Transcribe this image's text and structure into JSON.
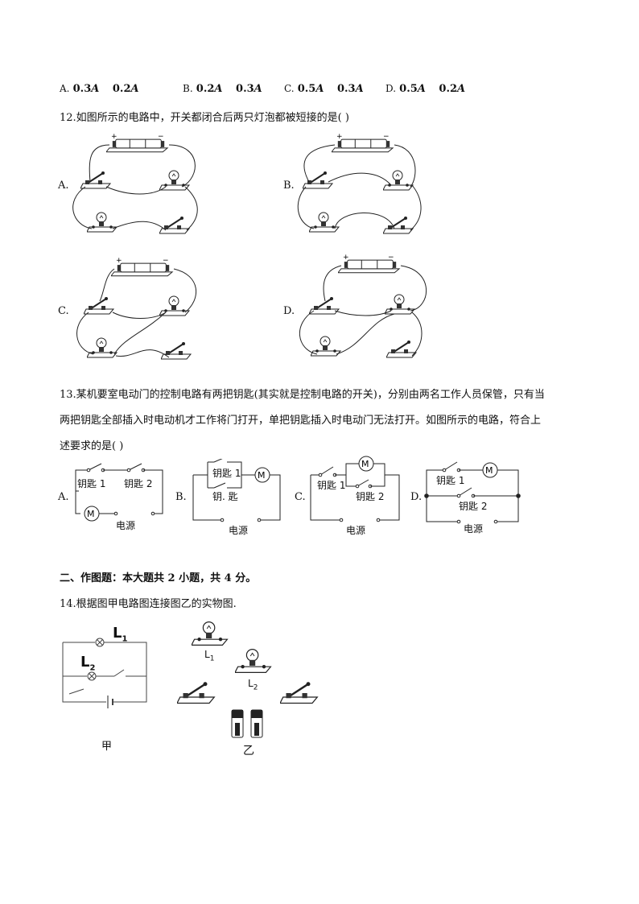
{
  "q11_options": [
    {
      "letter": "A.",
      "v1": "0.3",
      "u1": "A",
      "v2": "0.2",
      "u2": "A"
    },
    {
      "letter": "B.",
      "v1": "0.2",
      "u1": "A",
      "v2": "0.3",
      "u2": "A"
    },
    {
      "letter": "C.",
      "v1": "0.5",
      "u1": "A",
      "v2": "0.3",
      "u2": "A"
    },
    {
      "letter": "D.",
      "v1": "0.5",
      "u1": "A",
      "v2": "0.2",
      "u2": "A"
    }
  ],
  "q12": {
    "stem": "12.如图所示的电路中，开关都闭合后两只灯泡都被短接的是(    )",
    "labels": [
      "A.",
      "B.",
      "C.",
      "D."
    ],
    "plus": "+",
    "minus": "−"
  },
  "q13": {
    "stem_line1": "13.某机要室电动门的控制电路有两把钥匙(其实就是控制电路的开关)，分别由两名工作人员保管，只有当",
    "stem_line2": "两把钥匙全部插入时电动机才工作将门打开，单把钥匙插入时电动门无法打开。如图所示的电路，符合上",
    "stem_line3": "述要求的是(    )",
    "labels": [
      "A.",
      "B.",
      "C.",
      "D."
    ],
    "key1": "钥匙 1",
    "key2": "钥匙 2",
    "key_b2": "钥. 匙",
    "motor": "M",
    "power": "电源"
  },
  "section2": {
    "title": "二、作图题：本大题共 2 小题，共 4 分。"
  },
  "q14": {
    "stem": "14.根据图甲电路图连接图乙的实物图.",
    "l1": "L",
    "l1_sub": "1",
    "l2": "L",
    "l2_sub": "2",
    "l1_real": "L",
    "l1_real_sub": "1",
    "l2_real": "L",
    "l2_real_sub": "2",
    "jia": "甲",
    "yi": "乙"
  }
}
